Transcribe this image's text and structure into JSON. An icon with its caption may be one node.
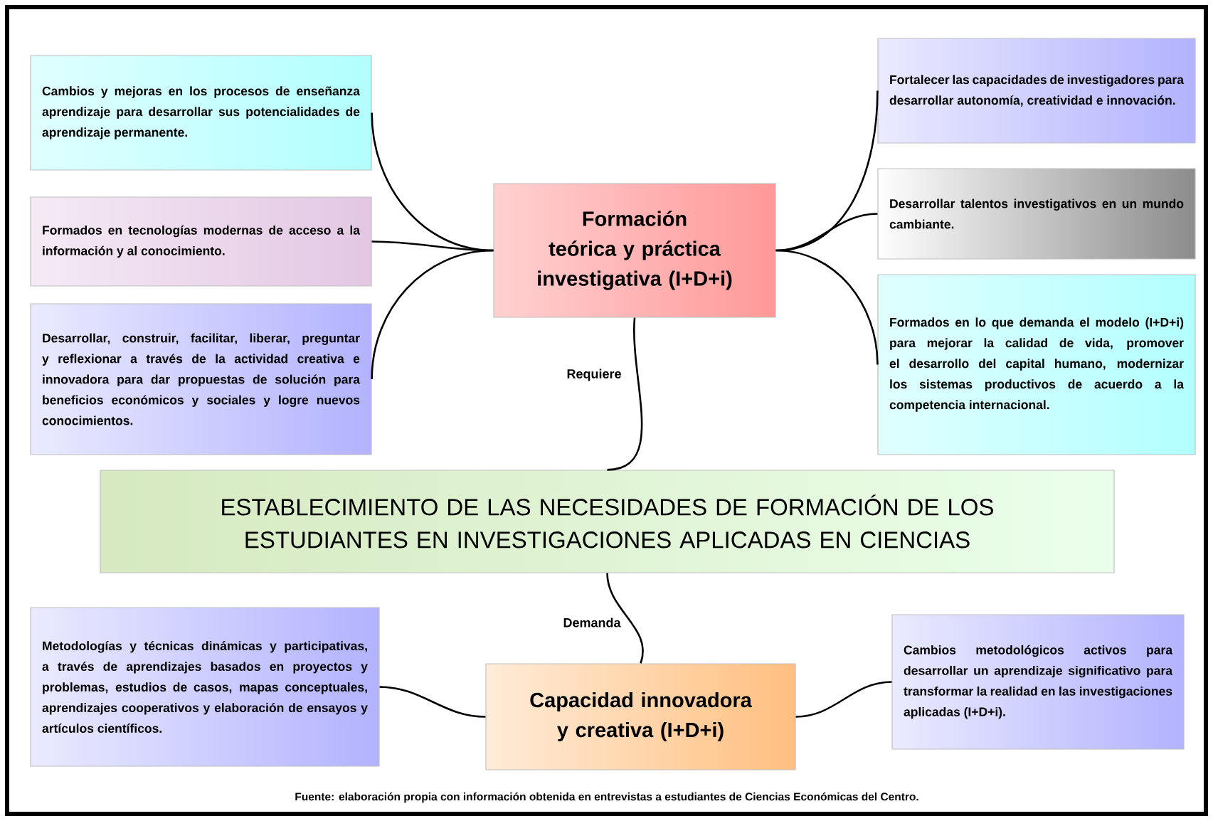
{
  "diagram": {
    "caption": "Fuente: elaboración propia con información obtenida en entrevistas a estudiantes de Ciencias Económicas del Centro.",
    "nodes": [
      {
        "text": [
          "Cambios y mejoras en los procesos de enseñanza aprendizaje para desarrollar sus potencialidades de aprendizaje permanente."
        ]
      },
      {
        "text": [
          "Formados en tecnologías modernas de acceso a la información y al conocimiento."
        ]
      },
      {
        "text": [
          "Desarrollar, construir, facilitar, liberar, preguntar y reflexionar a través de la actividad creativa e innovadora para dar propuestas de solución para beneficios económicos y sociales y logre nuevos conocimientos."
        ]
      },
      {
        "text": [
          "Formación teórica y práctica investigativa (I+D+i)"
        ]
      },
      {
        "text": [
          "Fortalecer las capacidades de investigadores para desarrollar autonomía, creatividad e innovación."
        ]
      },
      {
        "text": [
          "Desarrollar talentos investigativos en un mundo cambiante."
        ]
      },
      {
        "text": [
          "Formados en lo que demanda el modelo (I+D+i) para mejorar la calidad de vida, promover el desarrollo del capital humano, modernizar los sistemas productivos de acuerdo a la competencia internacional."
        ]
      },
      {
        "text": [
          "ESTABLECIMIENTO DE LAS NECESIDADES DE FORMACIÓN DE LOS ESTUDIANTES EN INVESTIGACIONES APLICADAS EN CIENCIAS"
        ]
      },
      {
        "text": [
          "Metodologías y técnicas dinámicas y participativas, a través de aprendizajes basados en proyectos y problemas, estudios de casos, mapas conceptuales, aprendizajes cooperativos y elaboración de ensayos y artículos científicos."
        ]
      },
      {
        "text": [
          "Capacidad innovadora y creativa (I+D+i)"
        ]
      },
      {
        "text": [
          "Cambios metodológicos activos para desarrollar un aprendizaje significativo para transformar la realidad en las investigaciones aplicadas (I+D+i)."
        ]
      }
    ],
    "edges": [
      {
        "from": 3,
        "to": 0,
        "arrow": "none"
      },
      {
        "from": 3,
        "to": 1,
        "arrow": "none"
      },
      {
        "from": 3,
        "to": 2,
        "arrow": "none"
      },
      {
        "from": 3,
        "to": 4,
        "arrow": "none"
      },
      {
        "from": 3,
        "to": 5,
        "arrow": "none"
      },
      {
        "from": 3,
        "to": 6,
        "arrow": "none"
      },
      {
        "from": 3,
        "to": 7,
        "arrow": "none",
        "label": "Requiere"
      },
      {
        "from": 7,
        "to": 9,
        "arrow": "none",
        "label": "Demanda"
      },
      {
        "from": 9,
        "to": 8,
        "arrow": "none"
      },
      {
        "from": 9,
        "to": 10,
        "arrow": "none"
      }
    ]
  }
}
